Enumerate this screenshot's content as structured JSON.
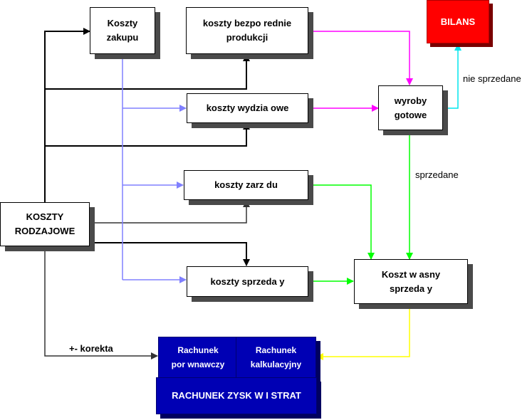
{
  "nodes": {
    "koszty_zakupu": "Koszty\nzakupu",
    "koszty_bezposrednie": "koszty bezpo  rednie\nprodukcji",
    "bilans": "BILANS",
    "koszty_wydzialowe": "koszty wydzia owe",
    "wyroby_gotowe": "wyroby\ngotowe",
    "koszty_zarzadu": "koszty zarz  du",
    "koszty_rodzajowe": "KOSZTY\nRODZAJOWE",
    "koszty_sprzedazy": "koszty sprzeda  y",
    "koszt_wlasny": "Koszt w asny\nsprzeda  y",
    "rachunek_porownawczy": "Rachunek\npor  wnawczy",
    "rachunek_kalkulacyjny": "Rachunek\nkalkulacyjny",
    "rachunek_zyskow": "RACHUNEK ZYSK   W I STRAT"
  },
  "edge_labels": {
    "nie_sprzedane": "nie sprzedane",
    "sprzedane": "sprzedane",
    "korekta": "+- korekta"
  },
  "colors": {
    "black": "#000000",
    "purchase_flow": "#8080ff",
    "to_finished_goods": "#ff00ff",
    "to_balance": "#00e5ee",
    "to_cost_of_sales": "#00ff00",
    "to_income_statement": "#ffff00",
    "korekta_line": "#333333",
    "bilans_fill": "#ff0000",
    "rachunek_fill": "#0000b4"
  }
}
